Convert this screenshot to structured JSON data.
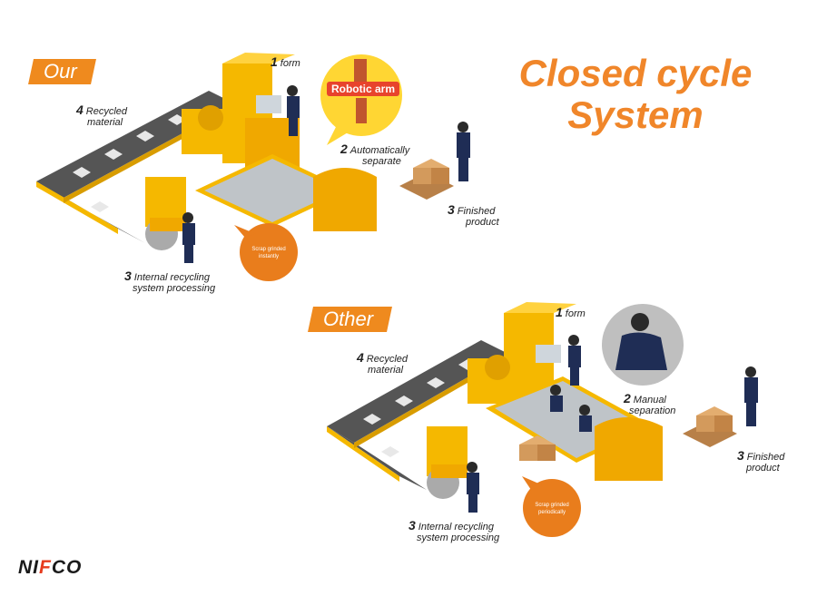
{
  "title": {
    "line1": "Closed cycle",
    "line2": "System"
  },
  "top": {
    "tag": "Our",
    "form": {
      "num": "1",
      "text": "form"
    },
    "separate": {
      "num": "2",
      "line1": "Automatically",
      "line2": "separate"
    },
    "finished": {
      "num": "3",
      "line1": "Finished",
      "line2": "product"
    },
    "recycled": {
      "num": "4",
      "line1": "Recycled",
      "line2": "material"
    },
    "internal": {
      "num": "3",
      "line1": "Internal recycling",
      "line2": "system processing"
    },
    "bubble": {
      "line1": "Scrap grinded",
      "line2": "instantly"
    },
    "robot": "Robotic arm"
  },
  "bottom": {
    "tag": "Other",
    "form": {
      "num": "1",
      "text": "form"
    },
    "separate": {
      "num": "2",
      "line1": "Manual",
      "line2": "separation"
    },
    "finished": {
      "num": "3",
      "line1": "Finished",
      "line2": "product"
    },
    "recycled": {
      "num": "4",
      "line1": "Recycled",
      "line2": "material"
    },
    "internal": {
      "num": "3",
      "line1": "Internal recycling",
      "line2": "system processing"
    },
    "bubble": {
      "line1": "Scrap grinded",
      "line2": "periodically"
    }
  },
  "logo": {
    "part1": "NI",
    "part2": "F",
    "part3": "CO"
  },
  "colors": {
    "accent": "#ef8a1e",
    "machine": "#f5b800",
    "belt": "#555555",
    "worker": "#1f2d55",
    "box": "#d39a5c"
  }
}
